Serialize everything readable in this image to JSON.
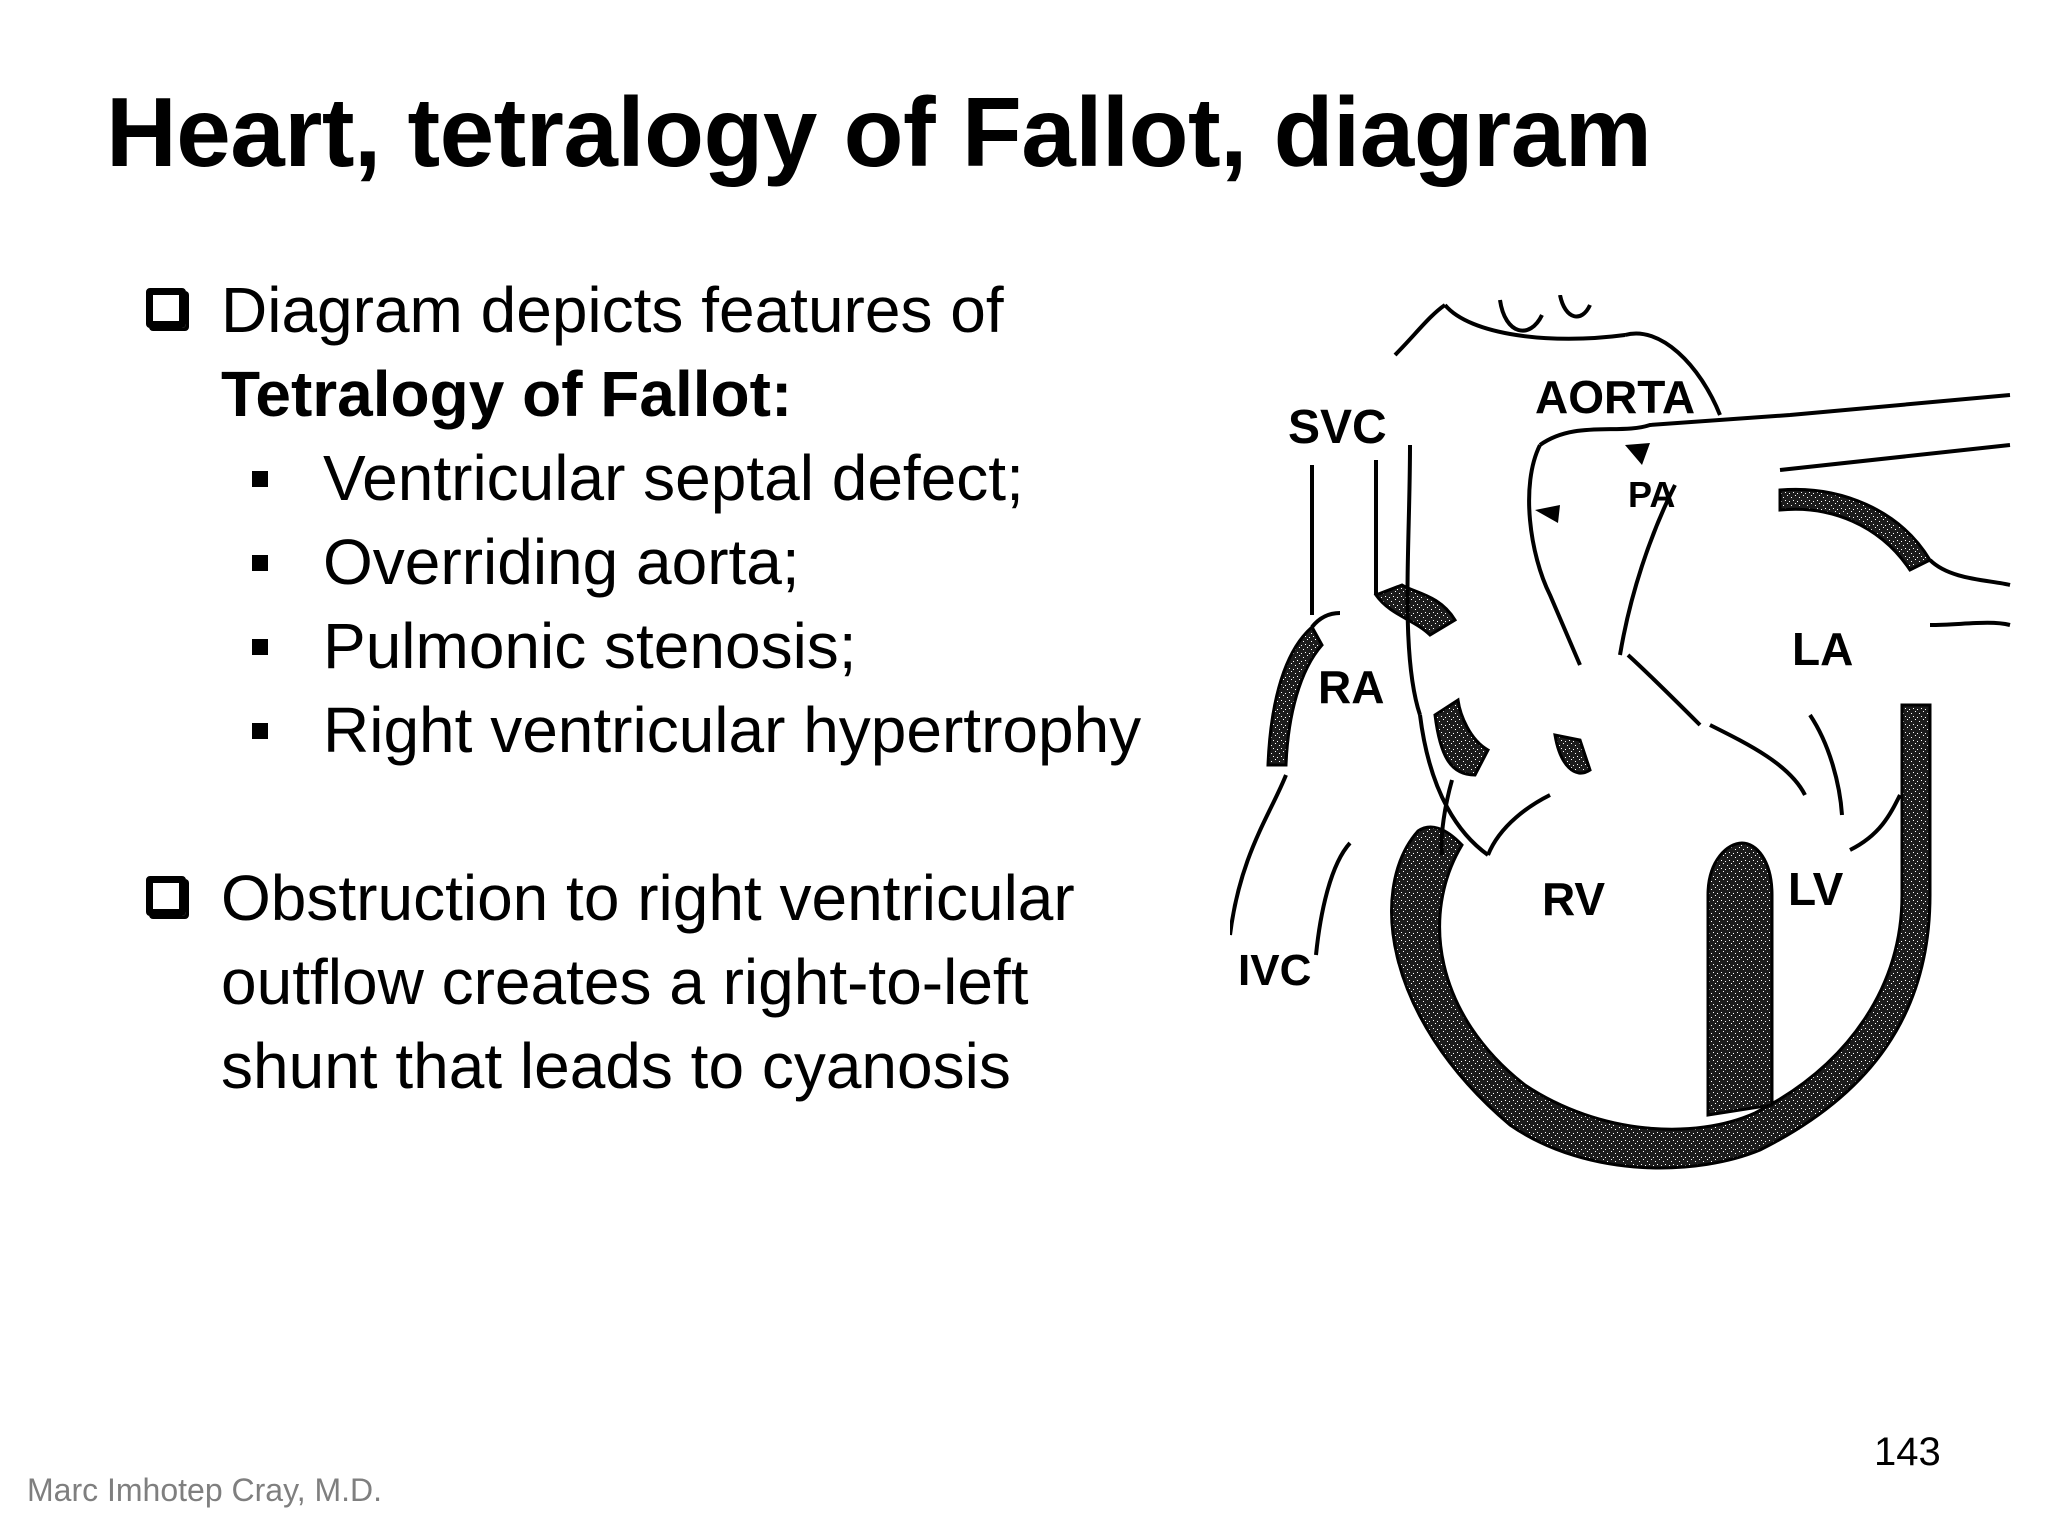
{
  "slide": {
    "title": "Heart, tetralogy of Fallot, diagram",
    "intro_line_1": "Diagram depicts features of",
    "intro_line_2": "Tetralogy of Fallot:",
    "features": [
      "Ventricular septal defect;",
      "Overriding aorta;",
      "Pulmonic stenosis;",
      "Right ventricular hypertrophy"
    ],
    "note_lines": [
      "Obstruction to right ventricular",
      "outflow creates a right-to-left",
      "shunt that leads to cyanosis"
    ],
    "page_number": "143",
    "footer": "Marc Imhotep Cray, M.D."
  },
  "diagram": {
    "labels": {
      "svc": "SVC",
      "aorta": "AORTA",
      "pa": "PA",
      "ra": "RA",
      "la": "LA",
      "rv": "RV",
      "lv": "LV",
      "ivc": "IVC"
    }
  }
}
